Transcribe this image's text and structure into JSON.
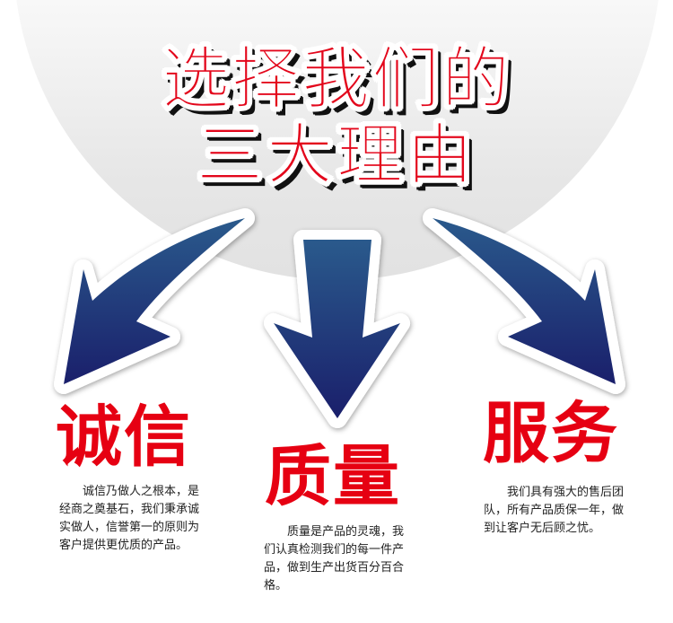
{
  "header": {
    "title_line_1": "选择我们的",
    "title_line_2": "三大理由"
  },
  "colors": {
    "title_red": "#e3061b",
    "reason_red": "#e60012",
    "arrow_blue_top": "#2a5a8c",
    "arrow_blue_bottom": "#1a1f6b",
    "background_gray": "#e4e4e4"
  },
  "arrows": [
    {
      "icon": "curved-arrow-down-left-icon"
    },
    {
      "icon": "arrow-down-icon"
    },
    {
      "icon": "curved-arrow-down-right-icon"
    }
  ],
  "reasons": [
    {
      "title": "诚信",
      "description": "诚信乃做人之根本，是经商之奠基石，我们秉承诚实做人，信誉第一的原则为客户提供更优质的产品。"
    },
    {
      "title": "质量",
      "description": "质量是产品的灵魂，我们认真检测我们的每一件产品，做到生产出货百分百合格。"
    },
    {
      "title": "服务",
      "description": "我们具有强大的售后团队，所有产品质保一年，做到让客户无后顾之忧。"
    }
  ]
}
